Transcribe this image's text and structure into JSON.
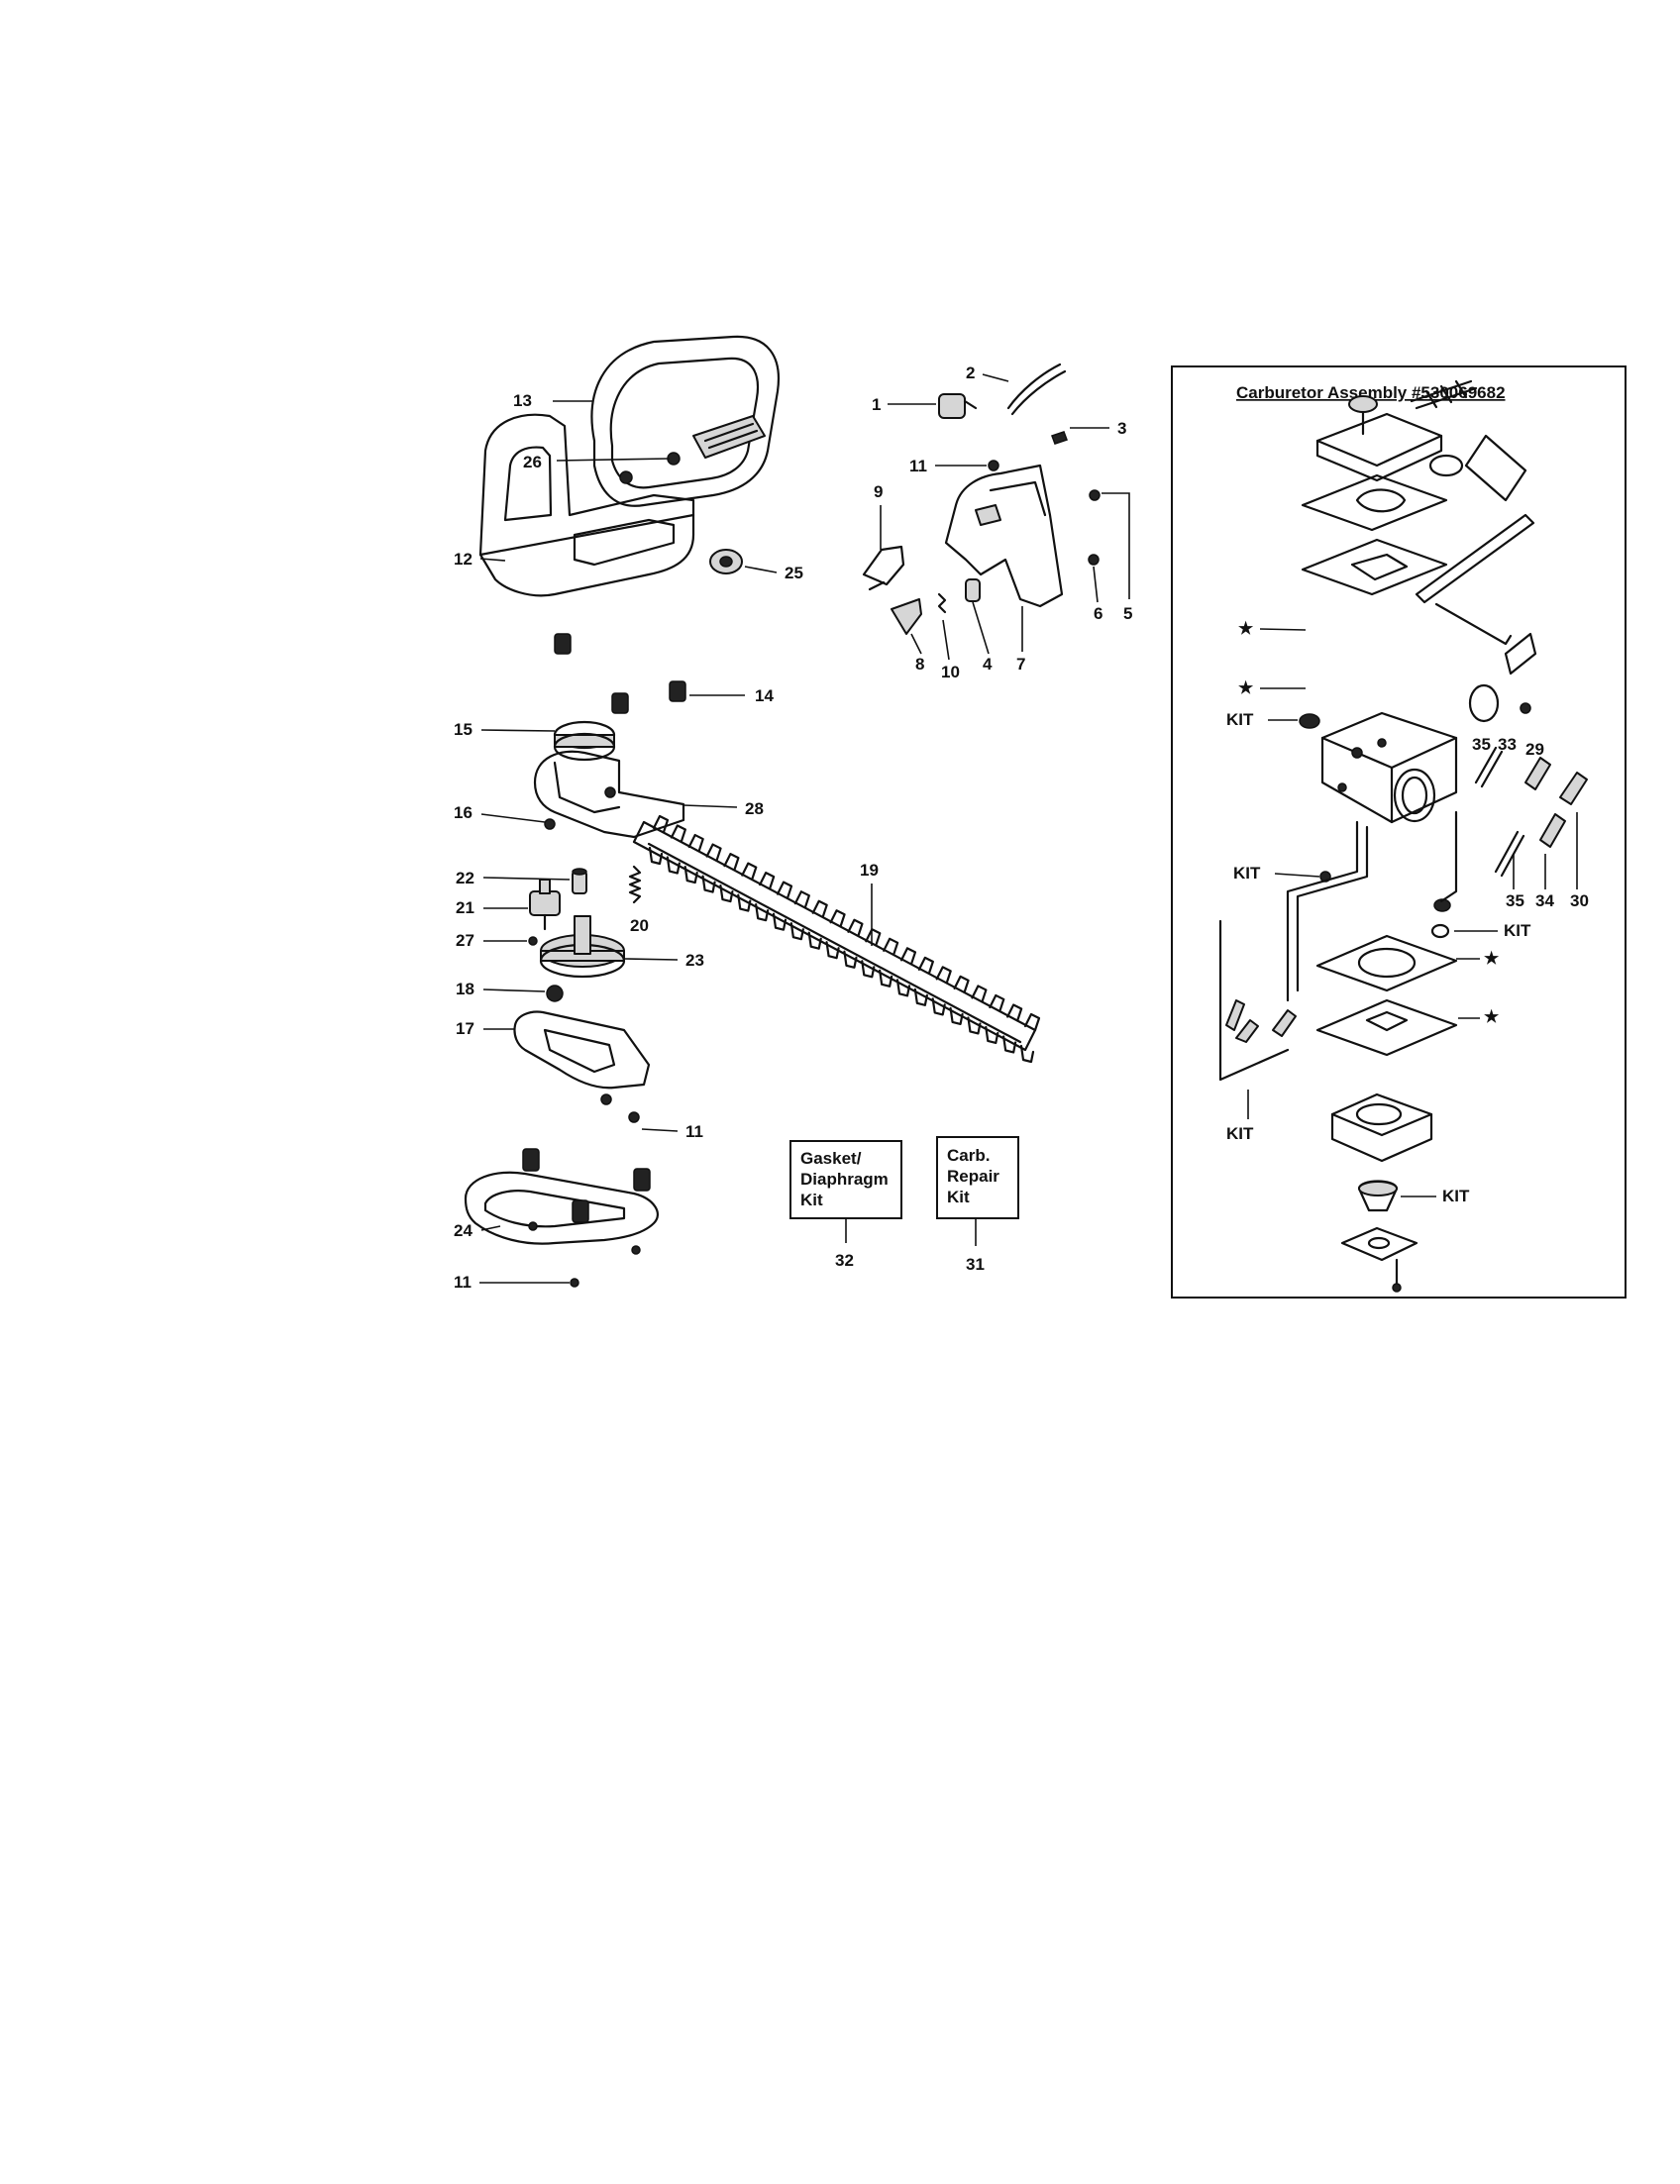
{
  "carburetor_panel": {
    "title": "Carburetor Assembly  #530069682",
    "labels": {
      "kit1": "KIT",
      "kit2": "KIT",
      "kit3": "KIT",
      "kit4": "KIT",
      "kit5": "KIT",
      "star1": "★",
      "star2": "★",
      "star3": "★",
      "star4": "★",
      "n29": "29",
      "n30": "30",
      "n33": "33",
      "n34": "34",
      "n35a": "35",
      "n35b": "35"
    }
  },
  "kit_boxes": {
    "gasket": {
      "line1": "Gasket/",
      "line2": "Diaphragm",
      "line3": "Kit",
      "number": "32"
    },
    "carb": {
      "line1": "Carb.",
      "line2": "Repair",
      "line3": "Kit",
      "number": "31"
    }
  },
  "callouts": {
    "c1": "1",
    "c2": "2",
    "c3": "3",
    "c4": "4",
    "c5": "5",
    "c6": "6",
    "c7": "7",
    "c8": "8",
    "c9": "9",
    "c10": "10",
    "c11a": "11",
    "c11b": "11",
    "c11c": "11",
    "c12": "12",
    "c13": "13",
    "c14": "14",
    "c15": "15",
    "c16": "16",
    "c17": "17",
    "c18": "18",
    "c19": "19",
    "c20": "20",
    "c21": "21",
    "c22": "22",
    "c23": "23",
    "c24": "24",
    "c25": "25",
    "c26": "26",
    "c27": "27",
    "c28": "28"
  }
}
